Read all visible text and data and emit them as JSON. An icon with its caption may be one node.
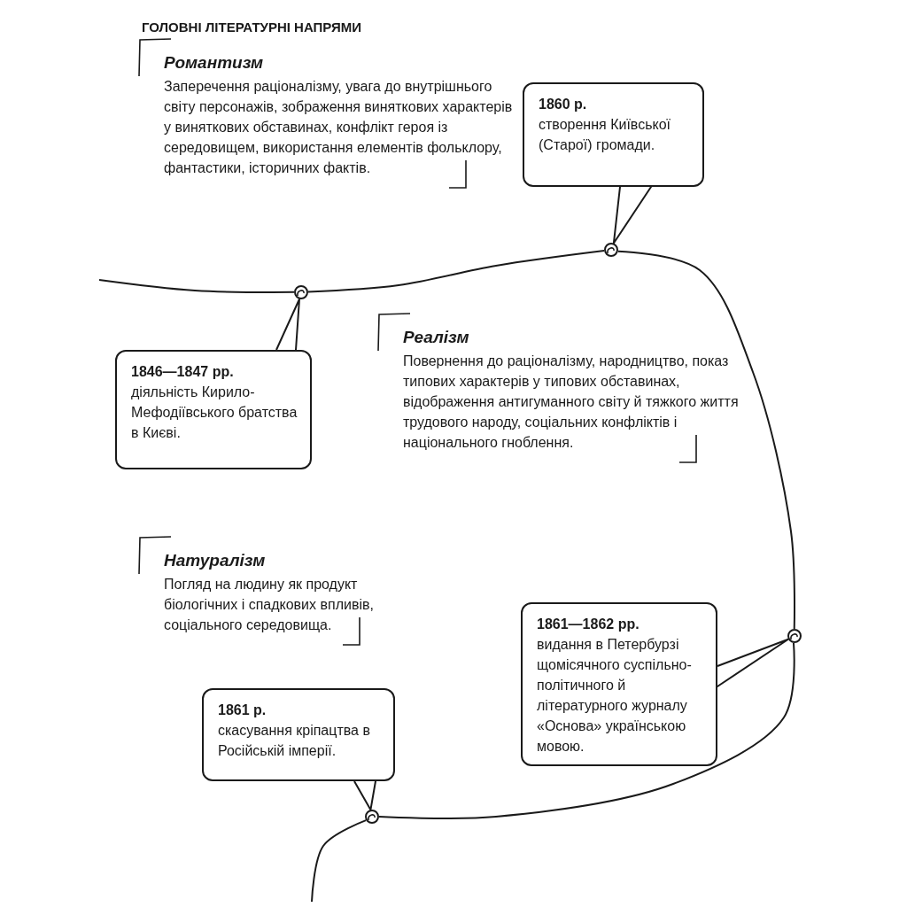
{
  "diagram": {
    "title": "ГОЛОВНІ ЛІТЕРАТУРНІ НАПРЯМИ",
    "nodes": [
      {
        "text": [
          "Романтизм",
          "Заперечення раціоналізму, увага до внутрішнього світу персонажів, зображення виняткових характерів у виняткових обставинах, конфлікт героя із середовищем, використання елементів фольклору, фантастики, історичних фактів."
        ]
      },
      {
        "text": [
          "1860 р.",
          "створення Київської (Старої) громади."
        ]
      },
      {
        "text": [
          "Реалізм",
          "Повернення до раціоналізму, народництво, показ типових характерів у типових обставинах, відображення антигуманного світу й тяжкого життя трудового народу, соціальних конфліктів і національного гноблення."
        ]
      },
      {
        "text": [
          "1846—1847 рр.",
          "діяльність Кирило-Мефодіївського братства в Києві."
        ]
      },
      {
        "text": [
          "Натуралізм",
          "Погляд на людину як продукт біологічних і спадкових впливів, соціального середовища."
        ]
      },
      {
        "text": [
          "1861—1862 рр.",
          "видання в Петербурзі щомісячного суспільно-політичного й літературного журналу «Основа» українською мовою."
        ]
      },
      {
        "text": [
          "1861 р.",
          "скасування кріпацтва в Російській імперії."
        ]
      },
      {
        "text": [],
        "shape": "circle"
      },
      {
        "text": [],
        "shape": "circle"
      },
      {
        "text": [],
        "shape": "circle"
      },
      {
        "text": [],
        "shape": "circle"
      }
    ],
    "edges": [
      {
        "from": null,
        "to": 8,
        "arrow": "none"
      },
      {
        "from": 8,
        "to": 7,
        "arrow": "none"
      },
      {
        "from": 7,
        "to": 9,
        "arrow": "none"
      },
      {
        "from": 9,
        "to": 10,
        "arrow": "none"
      },
      {
        "from": 10,
        "to": null,
        "arrow": "none"
      },
      {
        "from": 1,
        "to": 7,
        "arrow": "none"
      },
      {
        "from": 3,
        "to": 8,
        "arrow": "none"
      },
      {
        "from": 5,
        "to": 9,
        "arrow": "none"
      },
      {
        "from": 6,
        "to": 10,
        "arrow": "none"
      }
    ]
  }
}
